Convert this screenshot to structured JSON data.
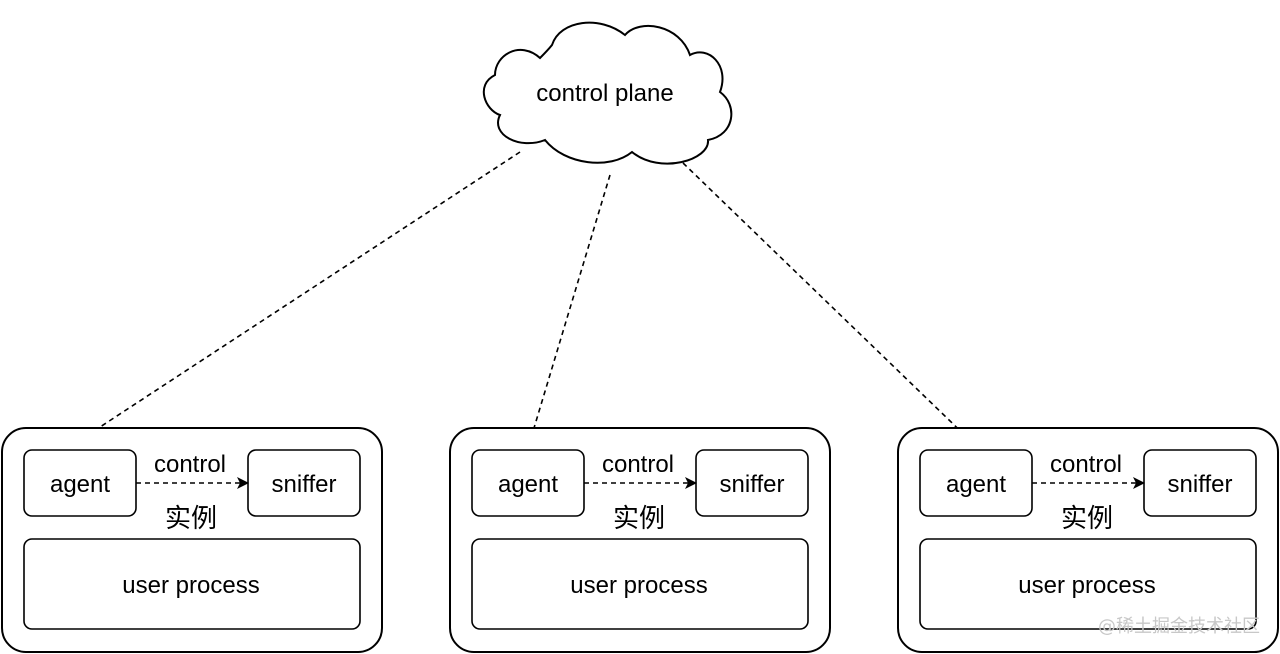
{
  "cloud": {
    "label": "control plane"
  },
  "instances": [
    {
      "agent_label": "agent",
      "sniffer_label": "sniffer",
      "arrow_label": "control",
      "instance_label": "实例",
      "process_label": "user process"
    },
    {
      "agent_label": "agent",
      "sniffer_label": "sniffer",
      "arrow_label": "control",
      "instance_label": "实例",
      "process_label": "user process"
    },
    {
      "agent_label": "agent",
      "sniffer_label": "sniffer",
      "arrow_label": "control",
      "instance_label": "实例",
      "process_label": "user process"
    }
  ],
  "watermark": "@稀土掘金技术社区"
}
